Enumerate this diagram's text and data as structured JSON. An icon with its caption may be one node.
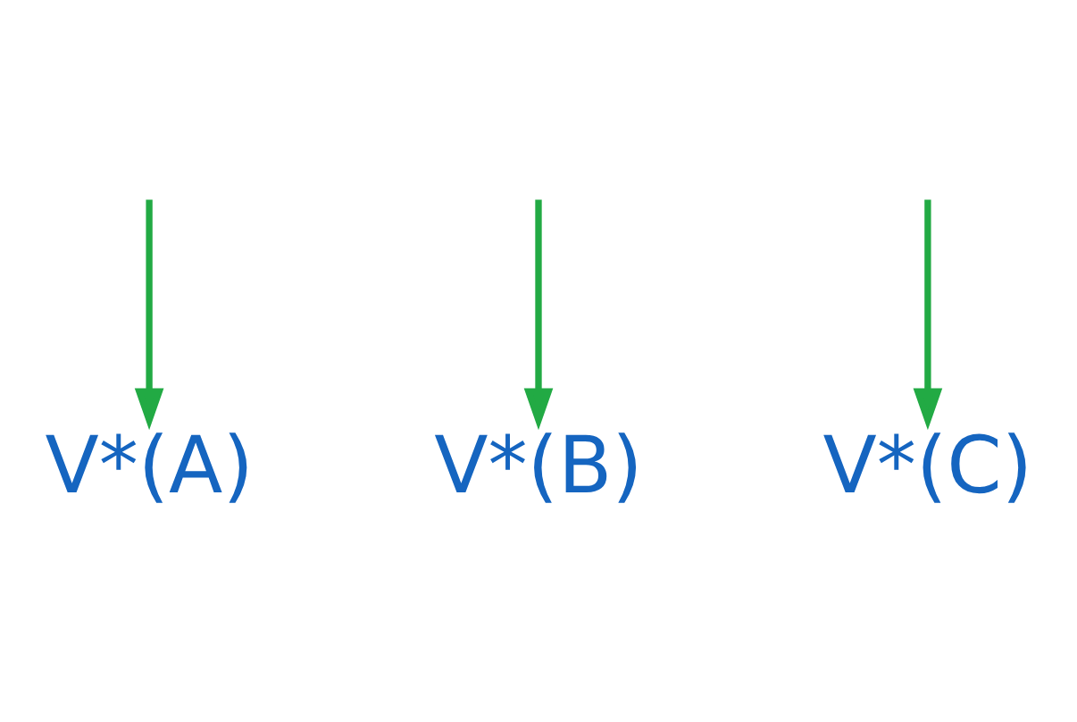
{
  "diagram": {
    "nodes": [
      {
        "text": [
          "V*(A)"
        ]
      },
      {
        "text": [
          "V*(B)"
        ]
      },
      {
        "text": [
          "V*(C)"
        ]
      }
    ],
    "edges": [
      {
        "from": null,
        "to": 0,
        "arrow": "to"
      },
      {
        "from": null,
        "to": 1,
        "arrow": "to"
      },
      {
        "from": null,
        "to": 2,
        "arrow": "to"
      }
    ]
  }
}
